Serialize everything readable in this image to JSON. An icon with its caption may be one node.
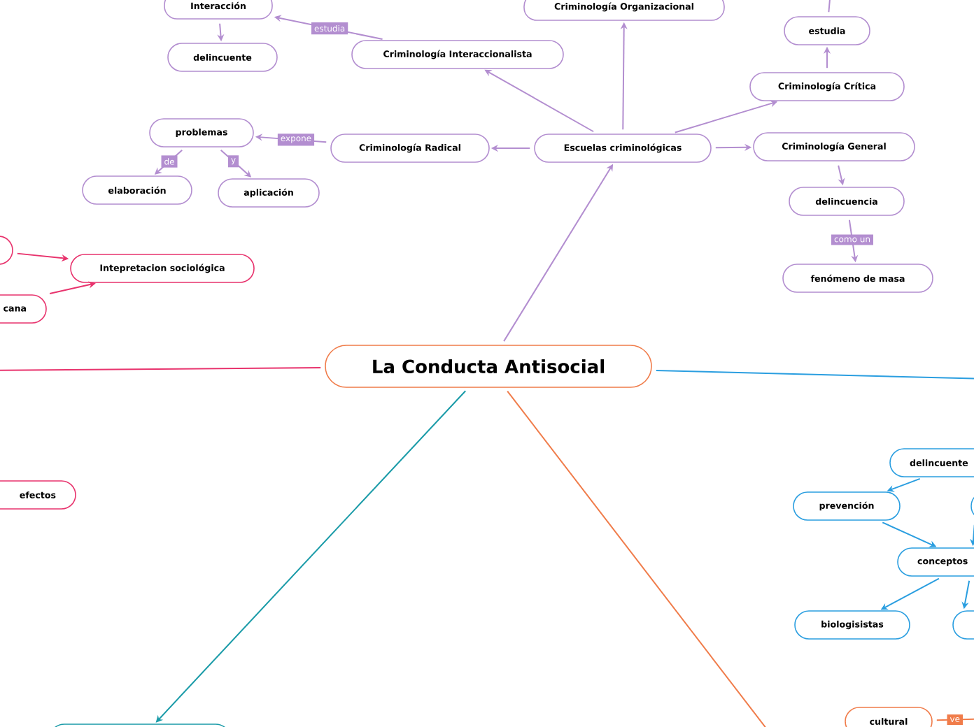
{
  "diagram": {
    "nodes": [
      {
        "text": [
          "La Conducta Antisocial"
        ]
      },
      {
        "text": [
          "Escuelas criminológicas"
        ]
      },
      {
        "text": [
          "Criminología Organizacional"
        ]
      },
      {
        "text": [
          "Criminología Interaccionalista"
        ]
      },
      {
        "text": [
          "Interacción"
        ]
      },
      {
        "text": [
          "delincuente"
        ]
      },
      {
        "text": [
          "Criminología Radical"
        ]
      },
      {
        "text": [
          "problemas"
        ]
      },
      {
        "text": [
          "elaboración"
        ]
      },
      {
        "text": [
          "aplicación"
        ]
      },
      {
        "text": [
          "Criminología Crítica"
        ]
      },
      {
        "text": [
          "estudia"
        ]
      },
      {
        "text": [
          "Criminología General"
        ]
      },
      {
        "text": [
          "delincuencia"
        ]
      },
      {
        "text": [
          "fenómeno de masa"
        ]
      },
      {
        "text": [],
        "shape": "box"
      },
      {
        "text": [
          "Intepretacion sociológica"
        ]
      },
      {
        "text": [
          "cana"
        ]
      },
      {
        "text": [
          "efectos"
        ]
      },
      {
        "text": [],
        "shape": "box"
      },
      {
        "text": [
          "delincuente"
        ]
      },
      {
        "text": [
          "prevención"
        ]
      },
      {
        "text": [],
        "shape": "box"
      },
      {
        "text": [
          "conceptos"
        ]
      },
      {
        "text": [
          "biologisistas"
        ]
      },
      {
        "text": [],
        "shape": "box"
      },
      {
        "text": [
          "cultural"
        ]
      }
    ],
    "edges": [
      {
        "from": 0,
        "to": 1,
        "arrow": "to"
      },
      {
        "from": 1,
        "to": 2,
        "arrow": "to"
      },
      {
        "from": 1,
        "to": 3,
        "arrow": "to"
      },
      {
        "from": 1,
        "to": 6,
        "arrow": "to"
      },
      {
        "from": 1,
        "to": 10,
        "arrow": "to"
      },
      {
        "from": 1,
        "to": 12,
        "arrow": "to"
      },
      {
        "from": 3,
        "to": 4,
        "arrow": "to",
        "label": "estudia"
      },
      {
        "from": 4,
        "to": 5,
        "arrow": "to"
      },
      {
        "from": 6,
        "to": 7,
        "arrow": "to",
        "label": "expone"
      },
      {
        "from": 7,
        "to": 8,
        "arrow": "to",
        "label": "de"
      },
      {
        "from": 7,
        "to": 9,
        "arrow": "to",
        "label": "y"
      },
      {
        "from": 10,
        "to": 11,
        "arrow": "to"
      },
      {
        "from": 11,
        "to": null,
        "arrow": "none"
      },
      {
        "from": 12,
        "to": 13,
        "arrow": "to"
      },
      {
        "from": 13,
        "to": 14,
        "arrow": "to",
        "label": "como un"
      },
      {
        "from": 15,
        "to": 16,
        "arrow": "to",
        "color": "#e8336d"
      },
      {
        "from": 17,
        "to": 16,
        "arrow": "to",
        "color": "#e8336d"
      },
      {
        "from": 0,
        "to": null,
        "arrow": "none",
        "color": "#e8336d"
      },
      {
        "from": 0,
        "to": null,
        "arrow": "none",
        "color": "#2a9ee0"
      },
      {
        "from": 0,
        "to": 19,
        "arrow": "to",
        "color": "#1a9ba8"
      },
      {
        "from": 0,
        "to": null,
        "arrow": "none",
        "color": "#f07c4a"
      },
      {
        "from": 20,
        "to": 21,
        "arrow": "to",
        "color": "#2a9ee0"
      },
      {
        "from": 21,
        "to": 23,
        "arrow": "to",
        "color": "#2a9ee0"
      },
      {
        "from": 22,
        "to": 23,
        "arrow": "to",
        "color": "#2a9ee0"
      },
      {
        "from": 23,
        "to": 24,
        "arrow": "to",
        "color": "#2a9ee0"
      },
      {
        "from": 23,
        "to": 25,
        "arrow": "to",
        "color": "#2a9ee0"
      },
      {
        "from": 26,
        "to": null,
        "arrow": "none",
        "color": "#f07c4a",
        "label": "ve"
      }
    ]
  }
}
